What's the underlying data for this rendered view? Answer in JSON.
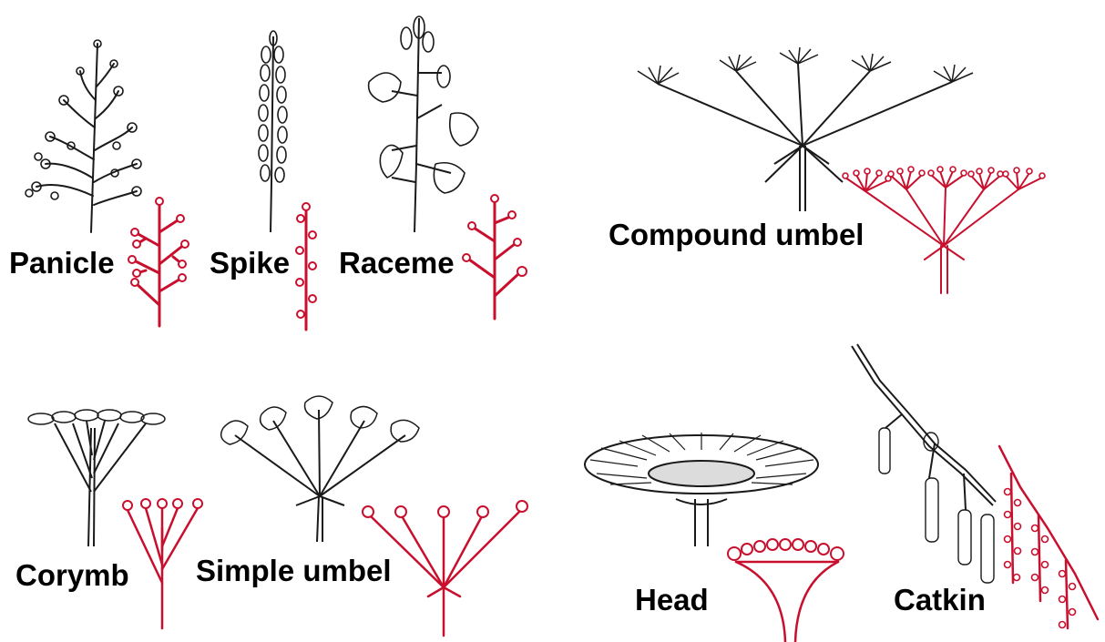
{
  "colors": {
    "ink": "#1a1a1a",
    "diagram_red": "#c8102e",
    "background": "#ffffff"
  },
  "labels": {
    "panicle": "Panicle",
    "spike": "Spike",
    "raceme": "Raceme",
    "compound_umbel": "Compound umbel",
    "corymb": "Corymb",
    "simple_umbel": "Simple umbel",
    "head": "Head",
    "catkin": "Catkin"
  }
}
